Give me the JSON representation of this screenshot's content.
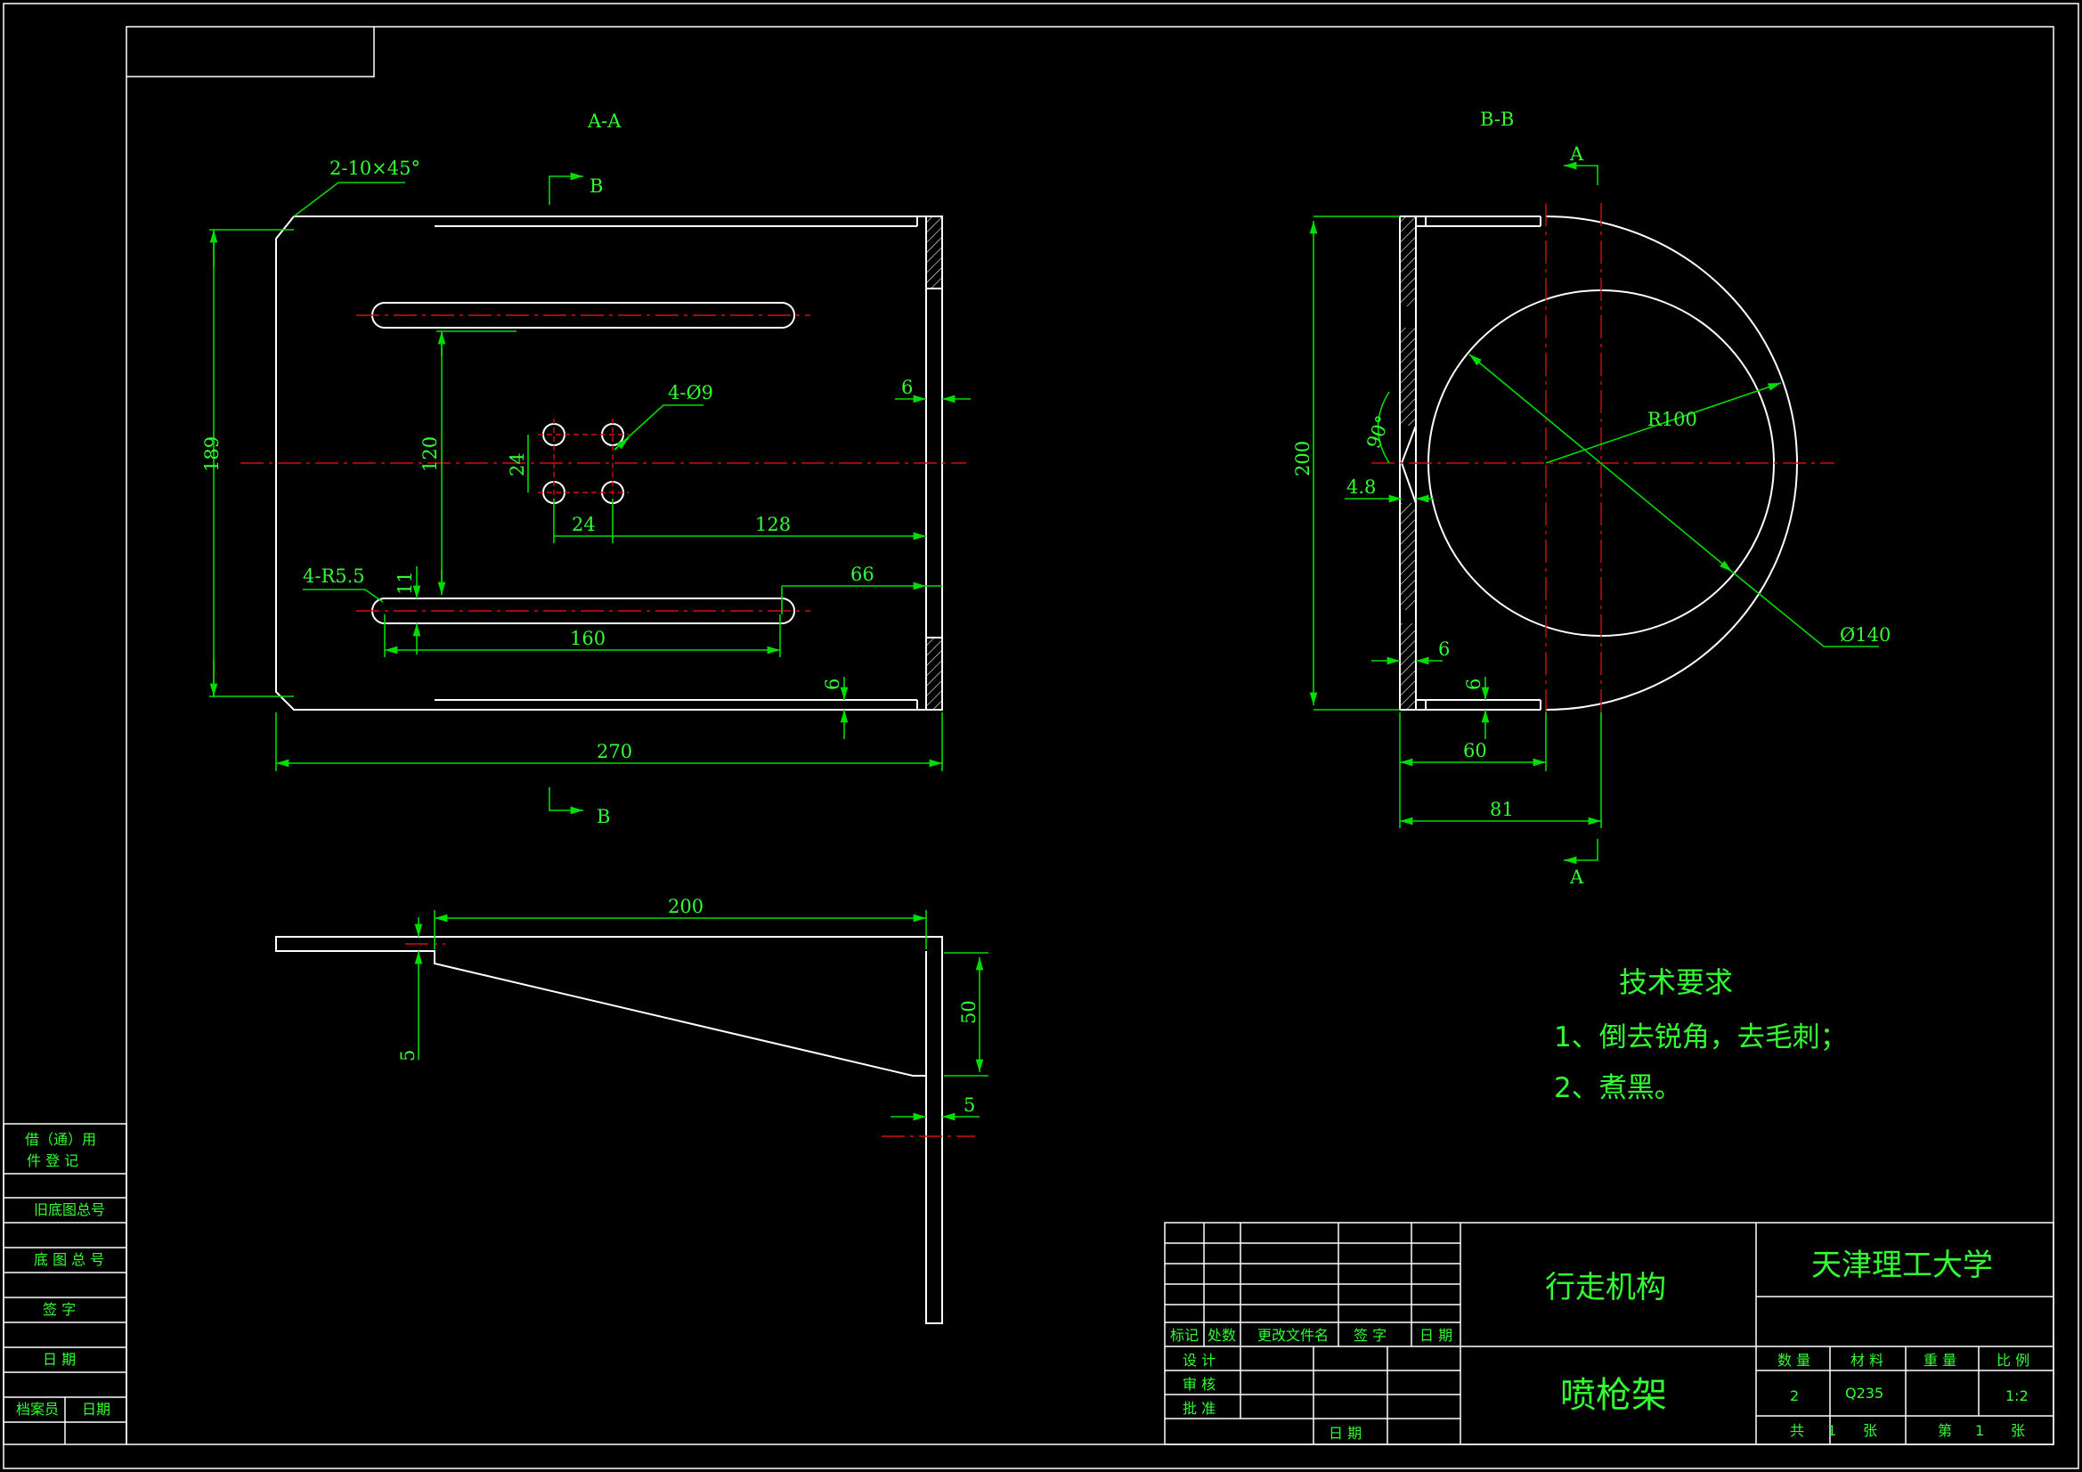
{
  "views": {
    "section_aa": "A-A",
    "section_bb": "B-B",
    "cut_b_top": "B",
    "cut_b_bottom": "B",
    "cut_a_top": "A",
    "cut_a_bottom": "A"
  },
  "dims_aa": {
    "chamfer": "2-10×45°",
    "holes": "4-Ø9",
    "thickness": "6",
    "height": "189",
    "slot_spacing": "120",
    "hole_v": "24",
    "hole_h": "24",
    "hole_offset": "128",
    "slot_radius": "4-R5.5",
    "slot_width": "11",
    "edge_offset": "66",
    "slot_length": "160",
    "thickness_bottom": "6",
    "width": "270"
  },
  "dims_bb": {
    "radius": "R100",
    "height": "200",
    "angle": "90°",
    "groove": "4.8",
    "thickness": "6",
    "thickness_bottom": "6",
    "diameter": "Ø140",
    "depth_60": "60",
    "depth_81": "81"
  },
  "dims_side": {
    "length": "200",
    "rib_height": "50",
    "flange": "5",
    "plate_thickness": "5"
  },
  "tech_requirements": {
    "title": "技术要求",
    "item1": "1、倒去锐角，去毛刺；",
    "item2": "2、煮黑。"
  },
  "side_table": {
    "row1a": "借（通）用",
    "row1b": "件 登 记",
    "row2": "旧底图总号",
    "row3": "底 图 总 号",
    "row4": "签  字",
    "row5": "日  期",
    "row6a": "档案员",
    "row6b": "日期"
  },
  "title_block": {
    "assembly": "行走机构",
    "part_name": "喷枪架",
    "school": "天津理工大学",
    "h_mark": "标记",
    "h_count": "处数",
    "h_docno": "更改文件名",
    "h_sign": "签 字",
    "h_date": "日 期",
    "design": "设 计",
    "review": "审 核",
    "approve": "批 准",
    "date_label": "日 期",
    "qty_label": "数 量",
    "material_label": "材 料",
    "weight_label": "重 量",
    "scale_label": "比 例",
    "qty": "2",
    "material": "Q235",
    "scale": "1:2",
    "sheets_total_a": "共",
    "sheets_total_n": "1",
    "sheets_total_b": "张",
    "sheet_no_a": "第",
    "sheet_no_n": "1",
    "sheet_no_b": "张"
  }
}
